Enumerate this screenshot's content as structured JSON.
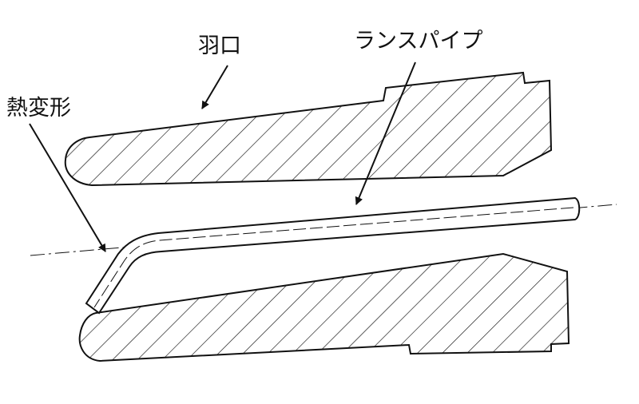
{
  "labels": {
    "tuyere": "羽口",
    "lance_pipe": "ランスパイプ",
    "thermal_deformation": "熱変形"
  },
  "colors": {
    "line": "#111111",
    "background": "#ffffff"
  }
}
